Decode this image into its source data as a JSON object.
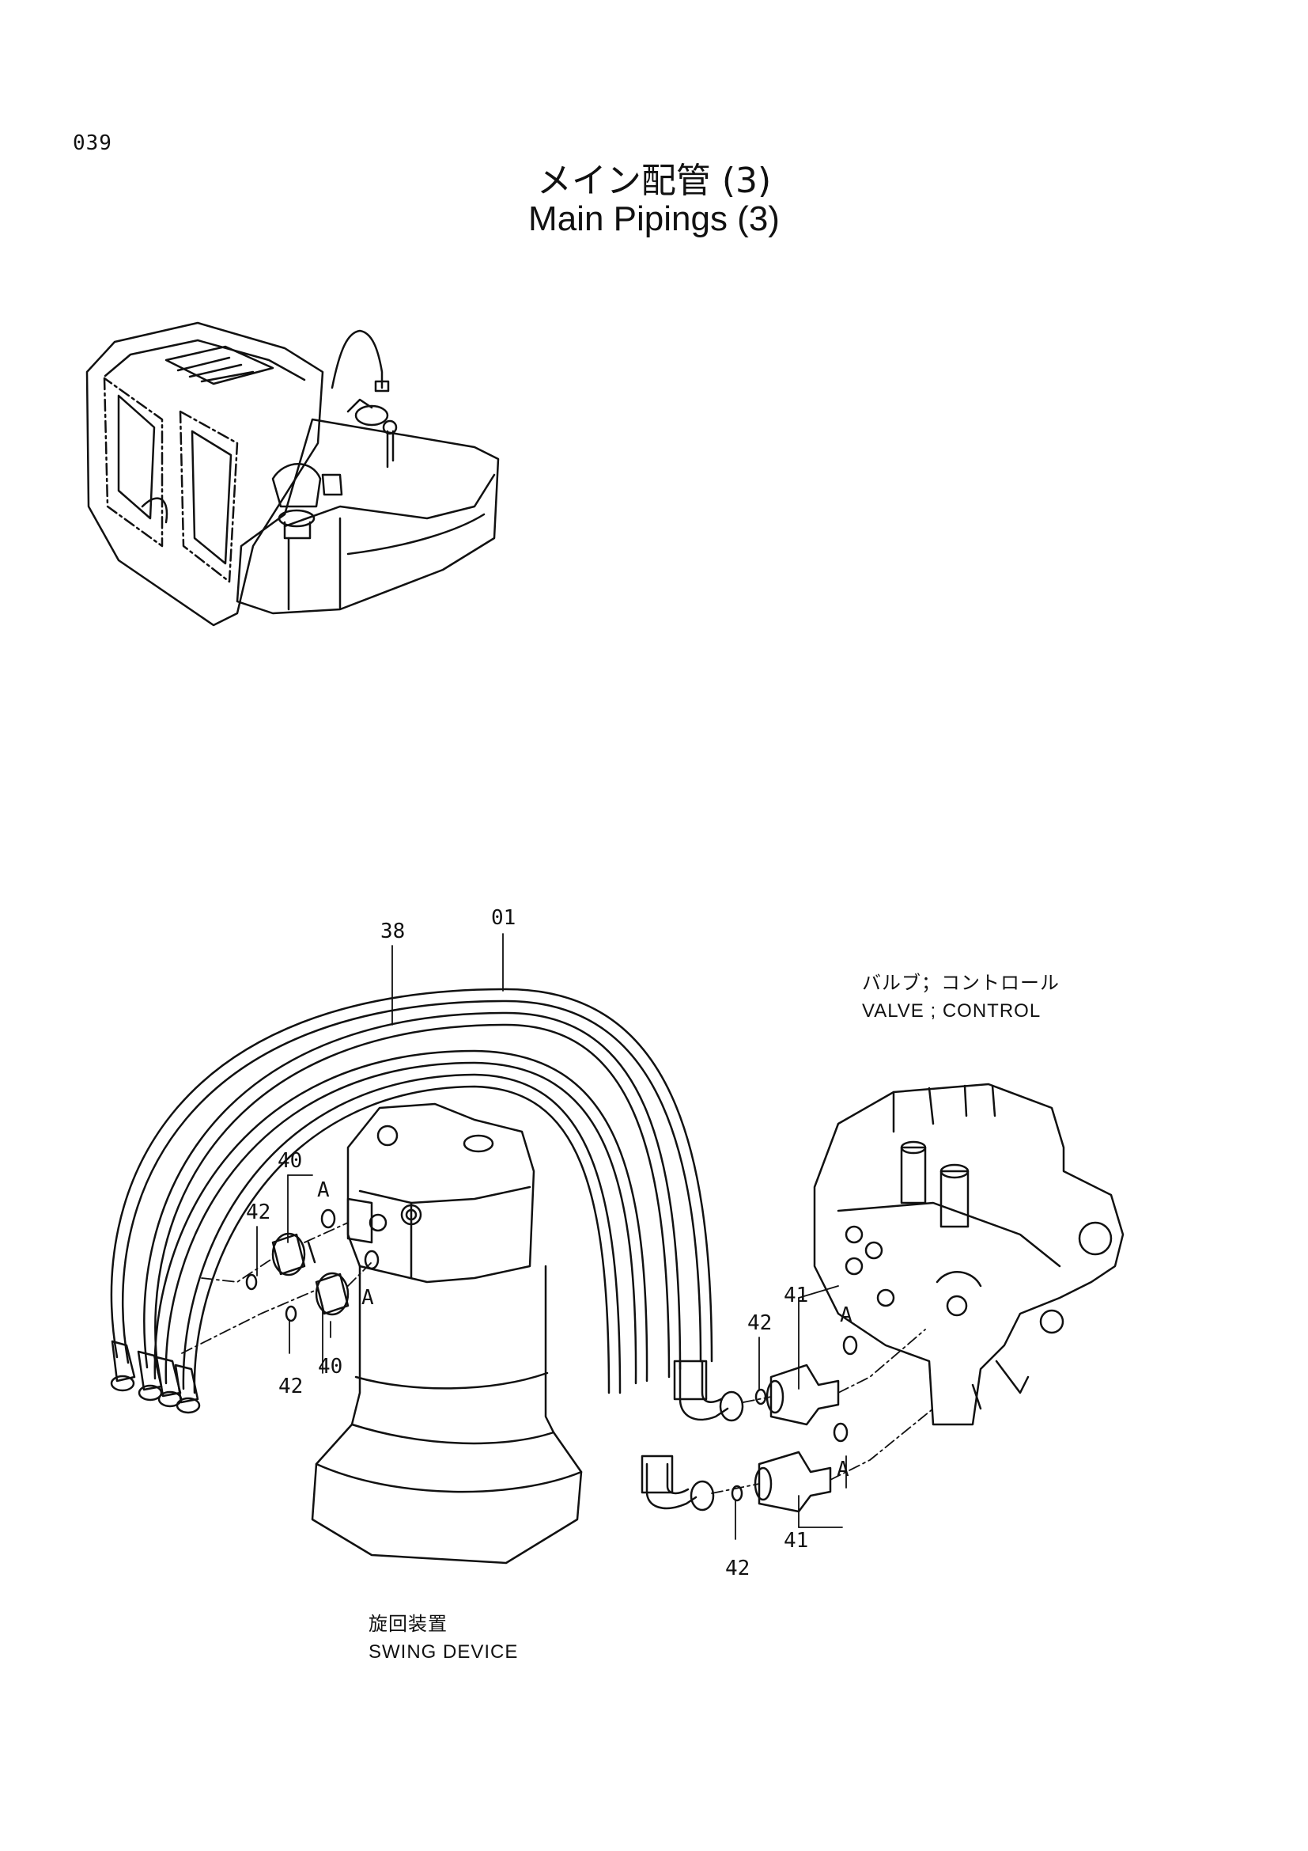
{
  "page": {
    "number": "039",
    "title_jp": "メイン配管 (3)",
    "title_en": "Main Pipings (3)"
  },
  "components": {
    "control_valve_jp": "バルブ；コントロール",
    "control_valve_en": "VALVE ; CONTROL",
    "swing_device_jp": "旋回装置",
    "swing_device_en": "SWING DEVICE"
  },
  "callouts": {
    "hose_01": "01",
    "hose_38": "38",
    "adapter_40_upper": "40",
    "adapter_40_lower": "40",
    "adapter_41_upper": "41",
    "adapter_41_lower": "41",
    "oring_42_left_upper": "42",
    "oring_42_left_lower": "42",
    "oring_42_right_upper": "42",
    "oring_42_right_lower": "42",
    "view_a_1": "A",
    "view_a_2": "A",
    "view_a_3": "A",
    "view_a_4": "A"
  }
}
